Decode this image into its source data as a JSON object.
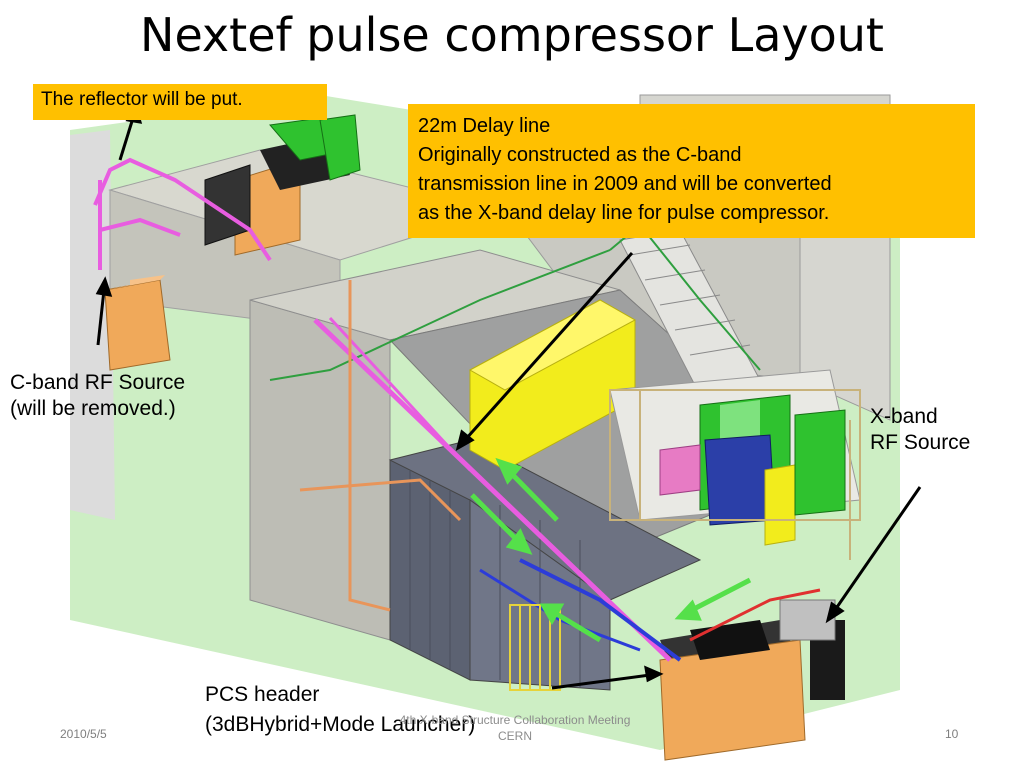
{
  "slide": {
    "title": "Nextef pulse compressor Layout",
    "callouts": {
      "reflector": "The reflector will be put.",
      "delay_line": [
        "22m Delay line",
        "Originally constructed as the C-band",
        "transmission line in 2009 and will be converted",
        "as the X-band delay line for pulse compressor."
      ]
    },
    "labels": {
      "cband": [
        "C-band RF Source",
        "(will be removed.)"
      ],
      "xband": [
        "X-band",
        "RF Source"
      ],
      "pcs": [
        "PCS header",
        "(3dBHybrid+Mode Launcher)"
      ]
    },
    "footer": {
      "date": "2010/5/5",
      "center_line1": "4th X-band Structure Collaboration Meeting",
      "center_line2": "CERN",
      "page_number": "10"
    }
  },
  "colors": {
    "callout_bg": "#ffc000",
    "floor_green": "#cdeec4",
    "pink_waveguide": "#e85de0",
    "rack_green": "#2fc22f",
    "yellow_block": "#f2ec1c",
    "orange_cabinet": "#f0a95a",
    "arrow_green": "#55e04a"
  }
}
